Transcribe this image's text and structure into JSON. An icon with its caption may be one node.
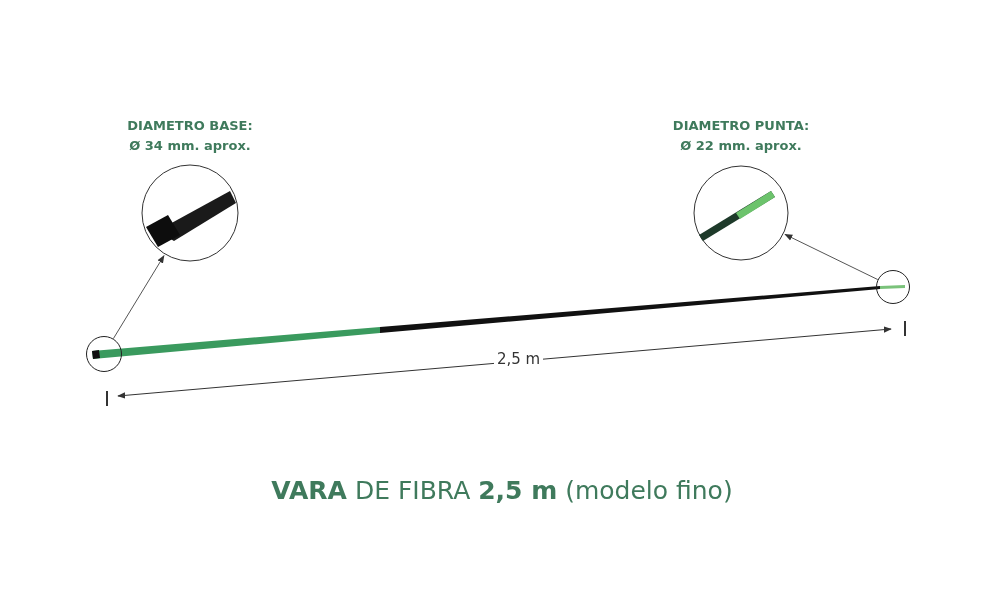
{
  "diagram": {
    "title": "**VARA** DE FIBRA **2,5 m** (modelo fino)",
    "nodes": [
      {
        "text": [
          "DIAMETRO BASE:",
          "Ø 34 mm. aprox."
        ]
      },
      {
        "text": [],
        "shape": "circle"
      },
      {
        "text": [
          "DIAMETRO PUNTA:",
          "Ø 22 mm. aprox."
        ]
      },
      {
        "text": [],
        "shape": "circle"
      }
    ],
    "edges": [
      {
        "from": 1,
        "to": 0,
        "arrow": "to"
      },
      {
        "from": 3,
        "to": 2,
        "arrow": "to"
      }
    ],
    "labels": [
      "2,5 m"
    ]
  }
}
